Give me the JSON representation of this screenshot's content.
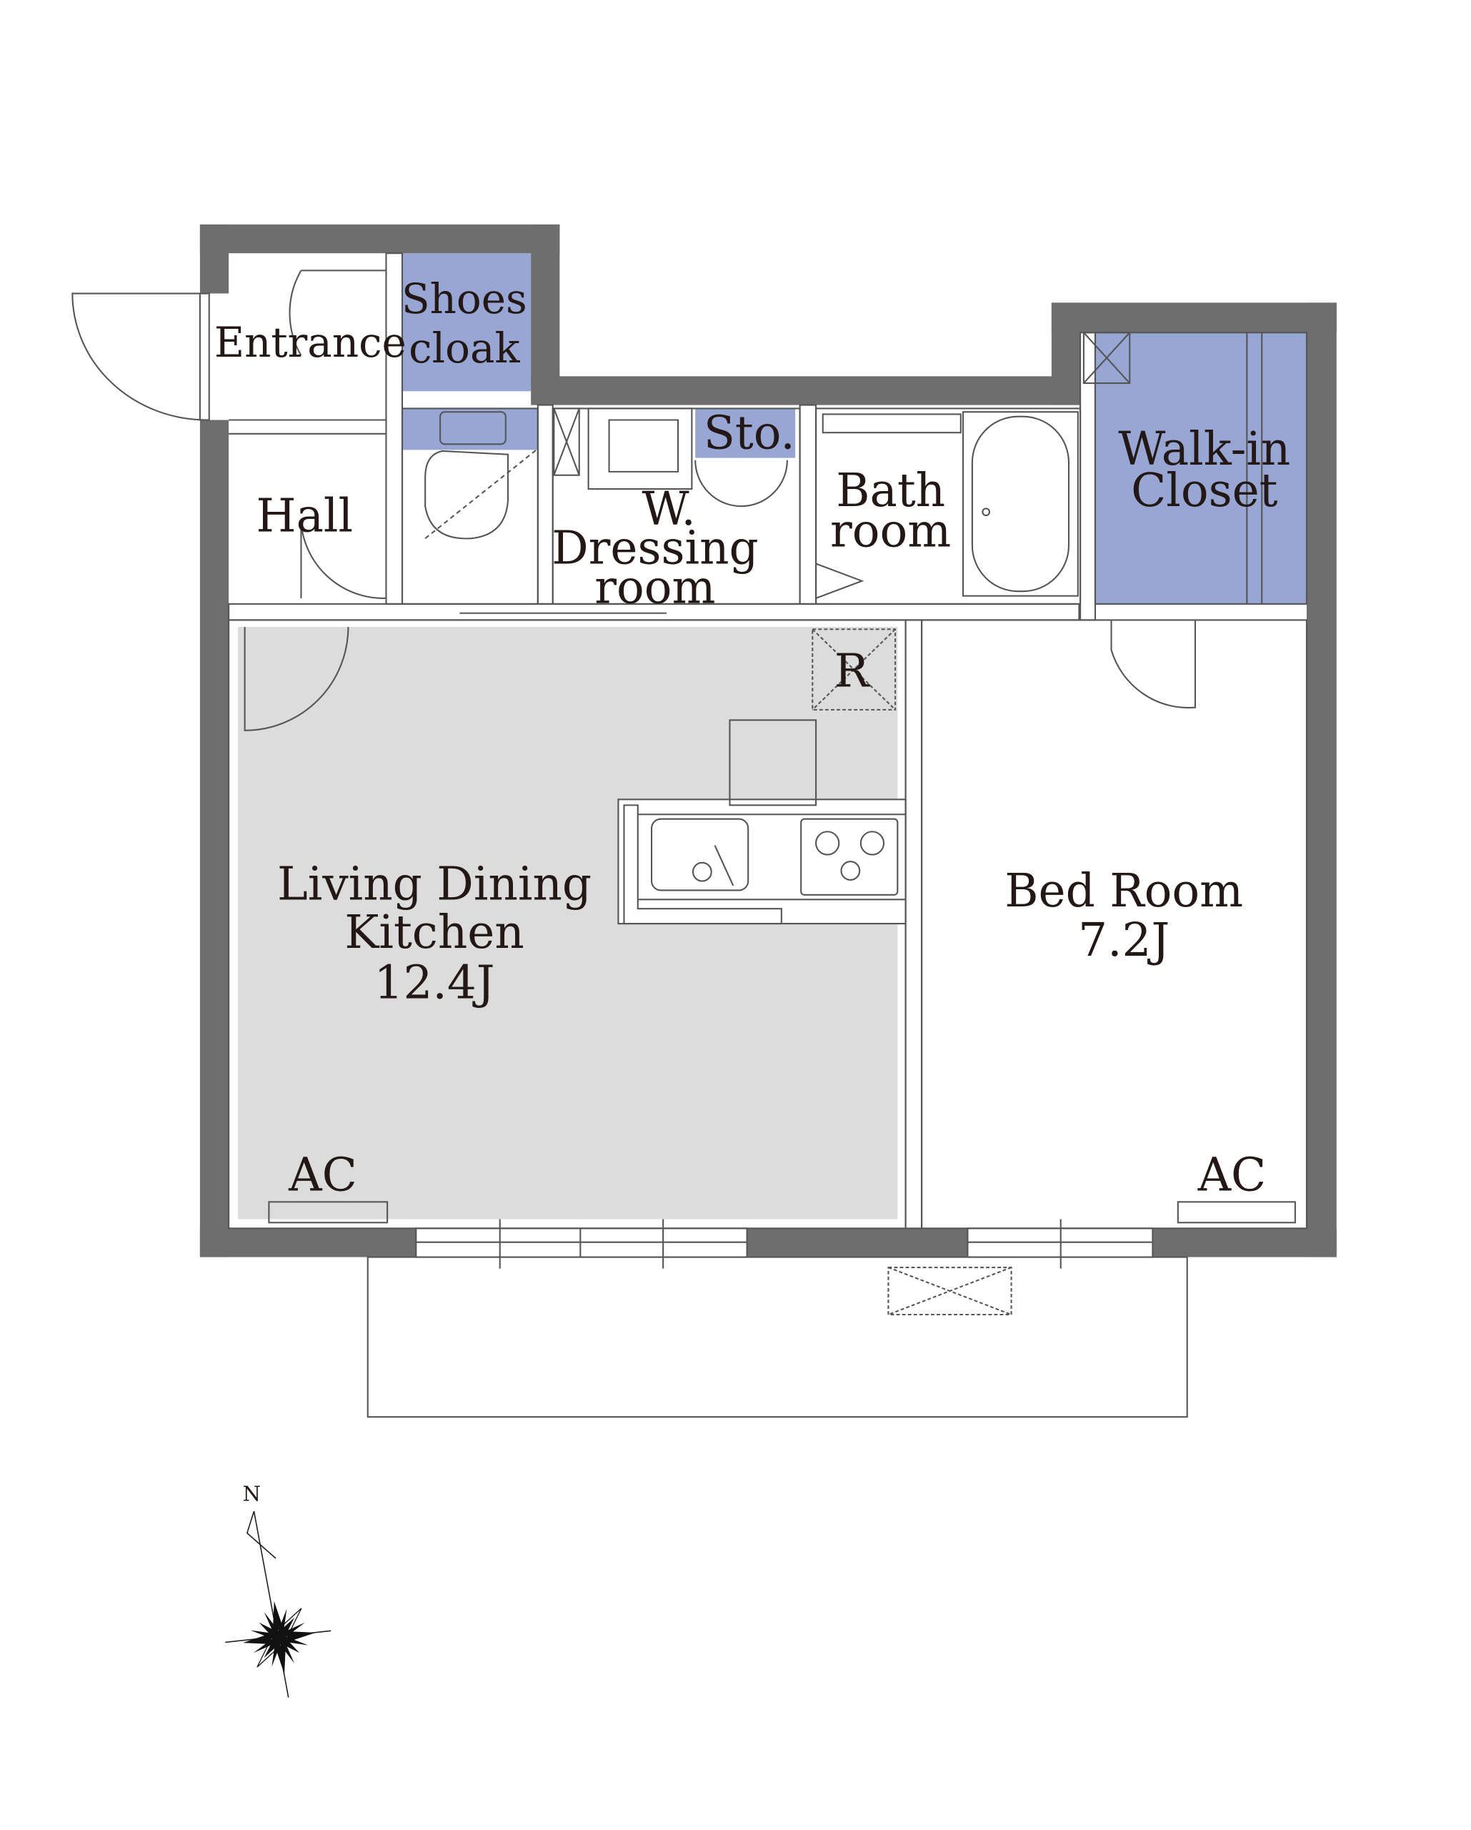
{
  "rooms": {
    "entrance": "Entrance",
    "shoes_cloak": [
      "Shoes",
      "cloak"
    ],
    "hall": "Hall",
    "storage": "Sto.",
    "washroom": [
      "W.",
      "Dressing",
      "room"
    ],
    "bathroom": [
      "Bath",
      "room"
    ],
    "walk_in_closet": [
      "Walk-in",
      "Closet"
    ],
    "refrigerator": "R",
    "ldk": [
      "Living Dining",
      "Kitchen",
      "12.4J"
    ],
    "bedroom": [
      "Bed Room",
      "7.2J"
    ],
    "ac_ldk": "AC",
    "ac_bedroom": "AC"
  },
  "compass": {
    "north": "N"
  },
  "colors": {
    "wall": "#6e6e6e",
    "storage_blue": "#97a6d3",
    "ldk_floor": "#dcdcdc"
  }
}
